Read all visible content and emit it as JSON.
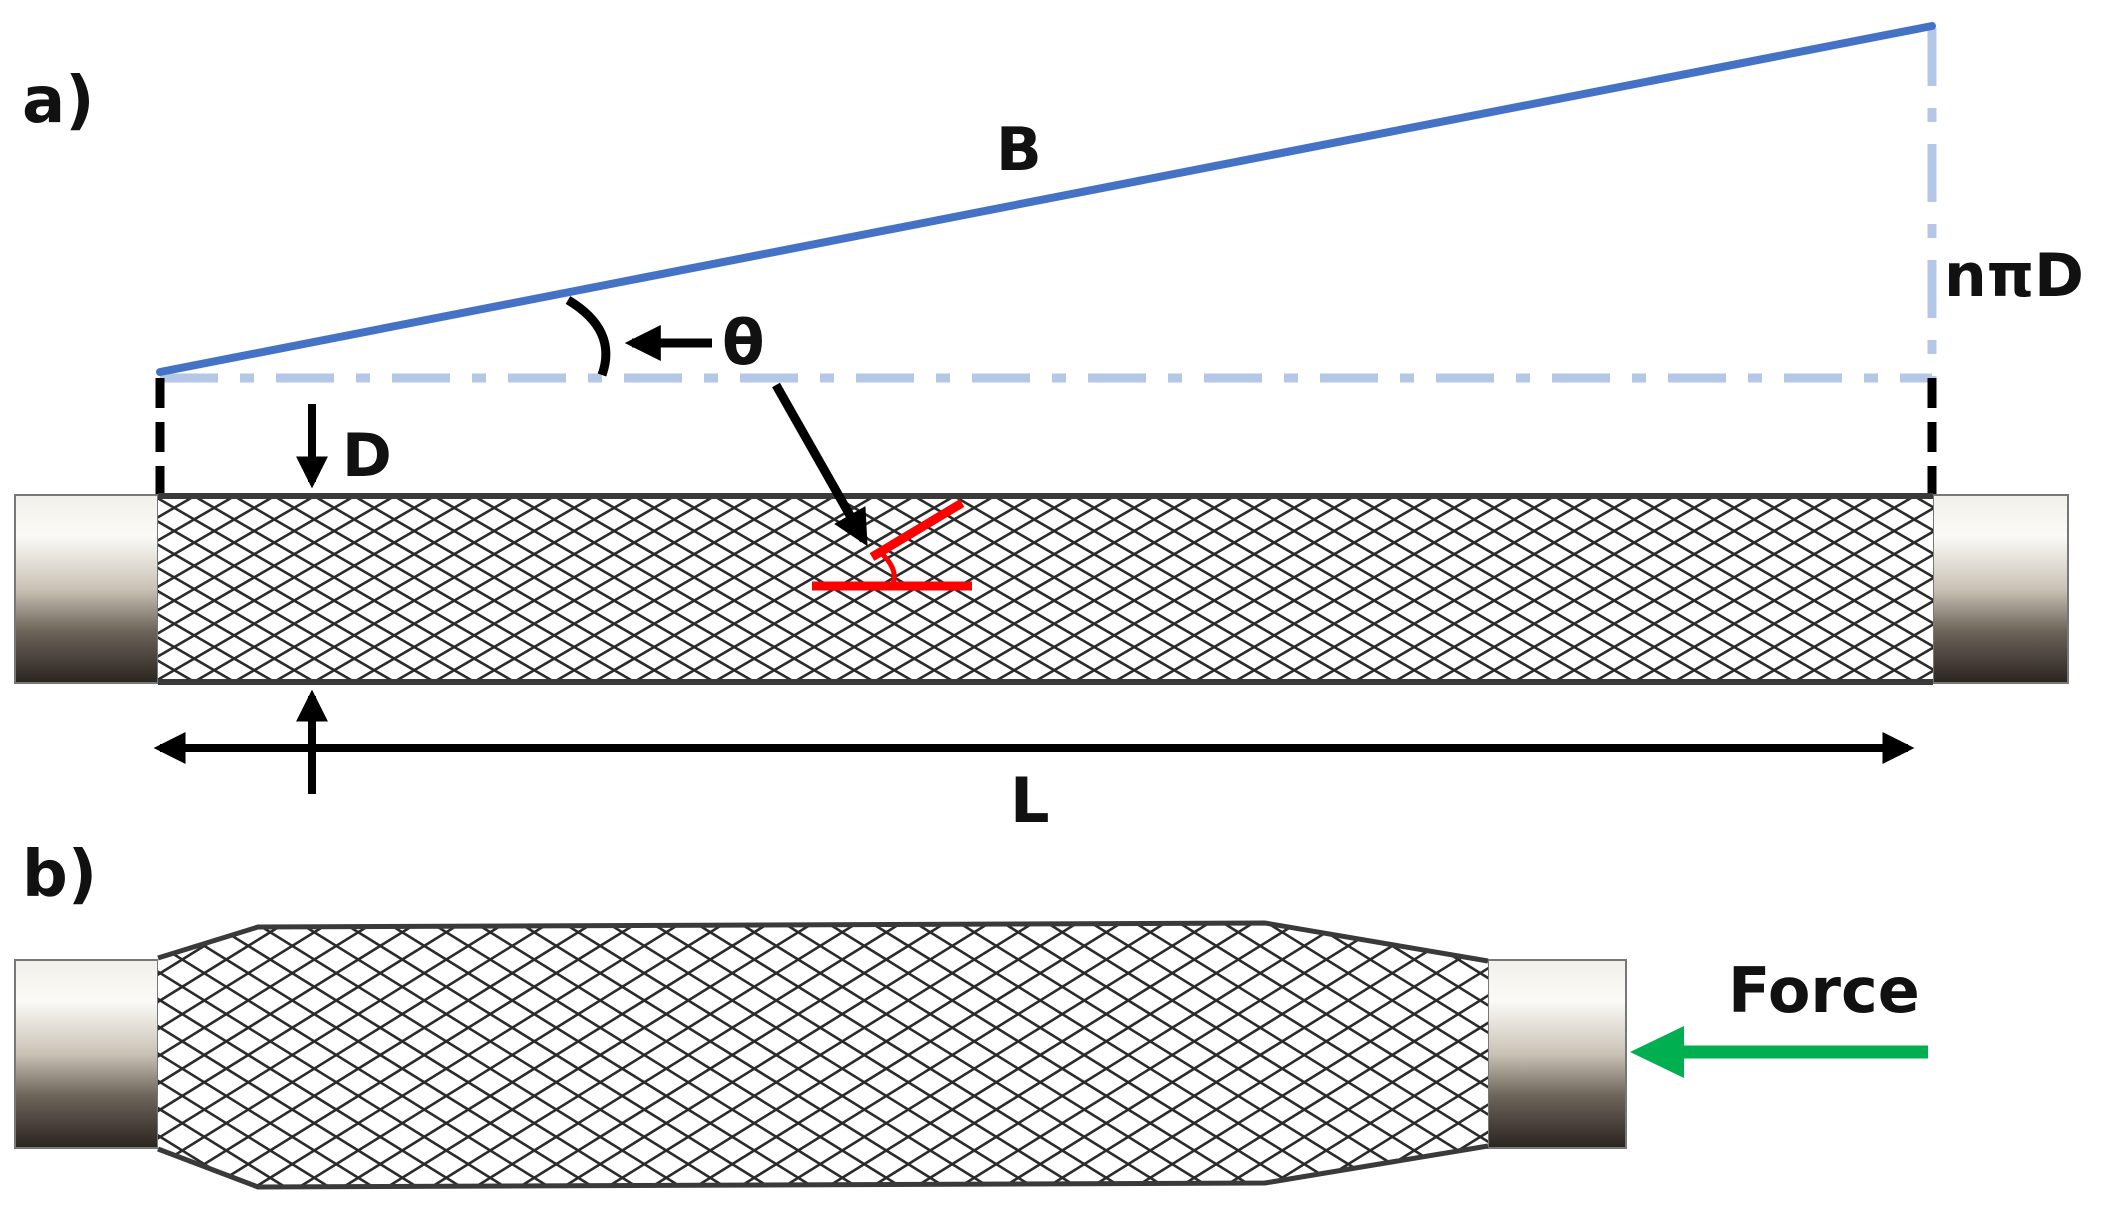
{
  "panel_a": {
    "label": "a)",
    "labels": {
      "hypotenuse": "B",
      "circumference": "nπD",
      "angle": "θ",
      "diameter": "D",
      "length": "L"
    }
  },
  "panel_b": {
    "label": "b)",
    "force": "Force"
  },
  "colors": {
    "hypotenuse": "#4472c4",
    "helper_dashdot": "#b4c7e7",
    "braid_angle_marker": "#ff0000",
    "force_arrow": "#00b050",
    "mesh": "#2b2b2b",
    "text": "#111111"
  }
}
